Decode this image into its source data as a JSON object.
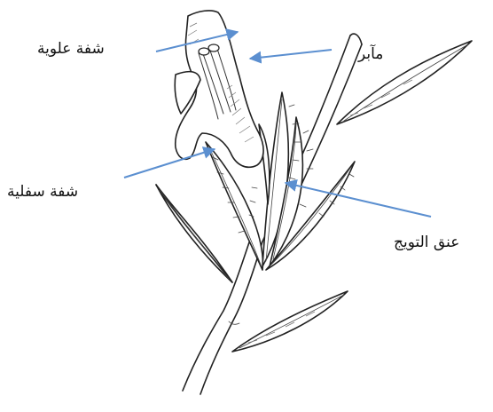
{
  "labels": {
    "upper_lip": "شفة علوية",
    "anther": "مآبر",
    "lower_lip": "شفة سفلية",
    "corolla_neck": "عنق التويج"
  },
  "colors": {
    "arrow": "#5b8fd0",
    "ink": "#222222",
    "background": "#ffffff"
  }
}
